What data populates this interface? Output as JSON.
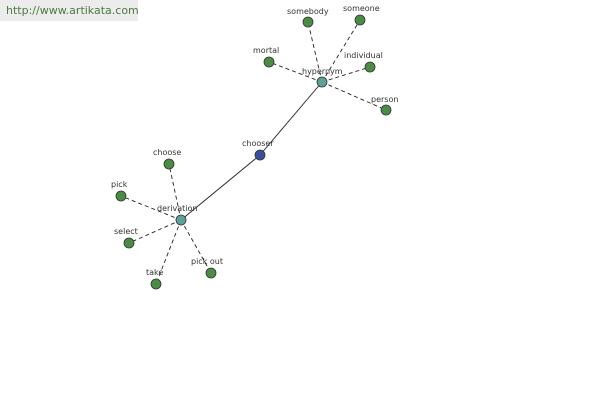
{
  "source_text": "http://www.artikata.com",
  "colors": {
    "link": "#222222",
    "relation_node": "#5f9e9a",
    "center_node": "#3b4e9b",
    "leaf_node": "#4d8a47",
    "node_outline": "#2a3a2a",
    "label": "#333333",
    "banner_text": "#4d7a43"
  },
  "nodes": [
    {
      "id": "chooser",
      "label": "chooser",
      "kind": "center"
    },
    {
      "id": "hypernym",
      "label": "hypernym",
      "kind": "relation"
    },
    {
      "id": "derivation",
      "label": "derivation",
      "kind": "relation"
    },
    {
      "id": "somebody",
      "label": "somebody",
      "kind": "leaf"
    },
    {
      "id": "someone",
      "label": "someone",
      "kind": "leaf"
    },
    {
      "id": "mortal",
      "label": "mortal",
      "kind": "leaf"
    },
    {
      "id": "individual",
      "label": "individual",
      "kind": "leaf"
    },
    {
      "id": "person",
      "label": "person",
      "kind": "leaf"
    },
    {
      "id": "choose",
      "label": "choose",
      "kind": "leaf"
    },
    {
      "id": "pick",
      "label": "pick",
      "kind": "leaf"
    },
    {
      "id": "select",
      "label": "select",
      "kind": "leaf"
    },
    {
      "id": "take",
      "label": "take",
      "kind": "leaf"
    },
    {
      "id": "pick-out",
      "label": "pick out",
      "kind": "leaf"
    }
  ],
  "edges": [
    {
      "from": "chooser",
      "to": "hypernym",
      "style": "solid"
    },
    {
      "from": "chooser",
      "to": "derivation",
      "style": "solid"
    },
    {
      "from": "hypernym",
      "to": "somebody",
      "style": "dashed"
    },
    {
      "from": "hypernym",
      "to": "someone",
      "style": "dashed"
    },
    {
      "from": "hypernym",
      "to": "mortal",
      "style": "dashed"
    },
    {
      "from": "hypernym",
      "to": "individual",
      "style": "dashed"
    },
    {
      "from": "hypernym",
      "to": "person",
      "style": "dashed"
    },
    {
      "from": "derivation",
      "to": "choose",
      "style": "dashed"
    },
    {
      "from": "derivation",
      "to": "pick",
      "style": "dashed"
    },
    {
      "from": "derivation",
      "to": "select",
      "style": "dashed"
    },
    {
      "from": "derivation",
      "to": "take",
      "style": "dashed"
    },
    {
      "from": "derivation",
      "to": "pick-out",
      "style": "dashed"
    }
  ]
}
